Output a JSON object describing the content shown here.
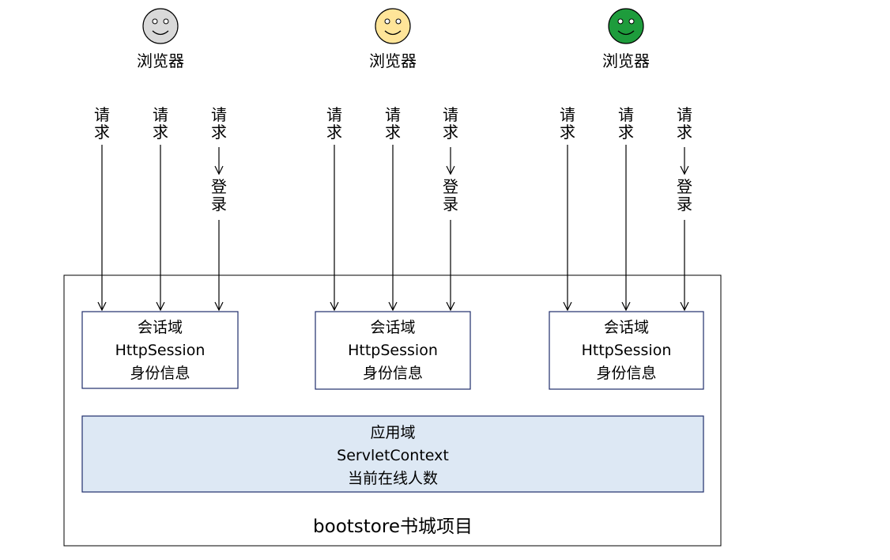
{
  "browsers": [
    {
      "label": "浏览器",
      "face_color": "#d9d9d9",
      "requests": [
        {
          "text": "请求",
          "login": false
        },
        {
          "text": "请求",
          "login": false
        },
        {
          "text": "请求",
          "login": true,
          "login_text": "登录"
        }
      ]
    },
    {
      "label": "浏览器",
      "face_color": "#ffe599",
      "requests": [
        {
          "text": "请求",
          "login": false
        },
        {
          "text": "请求",
          "login": false
        },
        {
          "text": "请求",
          "login": true,
          "login_text": "登录"
        }
      ]
    },
    {
      "label": "浏览器",
      "face_color": "#1e9c3c",
      "requests": [
        {
          "text": "请求",
          "login": false
        },
        {
          "text": "请求",
          "login": false
        },
        {
          "text": "请求",
          "login": true,
          "login_text": "登录"
        }
      ]
    }
  ],
  "sessions": [
    {
      "lines": [
        "会话域",
        "HttpSession",
        "身份信息"
      ]
    },
    {
      "lines": [
        "会话域",
        "HttpSession",
        "身份信息"
      ]
    },
    {
      "lines": [
        "会话域",
        "HttpSession",
        "身份信息"
      ]
    }
  ],
  "application": {
    "lines": [
      "应用域",
      "ServletContext",
      "当前在线人数"
    ],
    "fill": "#dde8f4"
  },
  "project": {
    "label": "bootstore书城项目"
  }
}
